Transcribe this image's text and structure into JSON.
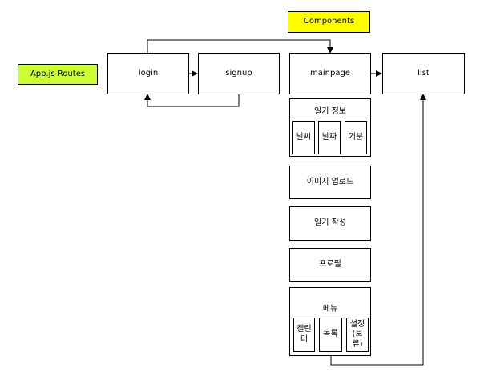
{
  "legend": {
    "components": "Components",
    "routes": "App.js Routes"
  },
  "routes": {
    "login": "login",
    "signup": "signup",
    "mainpage": "mainpage",
    "list": "list"
  },
  "mainpage_components": {
    "diary_info": {
      "label": "일기 정보",
      "children": [
        "날씨",
        "날짜",
        "기분"
      ]
    },
    "image_upload": "이미지 업로드",
    "diary_write": "일기 작성",
    "profile": "프로필",
    "menu": {
      "label": "메뉴",
      "children": [
        "캘린더",
        "목록",
        "설정(보류)"
      ]
    }
  },
  "colors": {
    "components_fill": "#ffff00",
    "routes_fill": "#ccff33",
    "line": "#000000"
  }
}
